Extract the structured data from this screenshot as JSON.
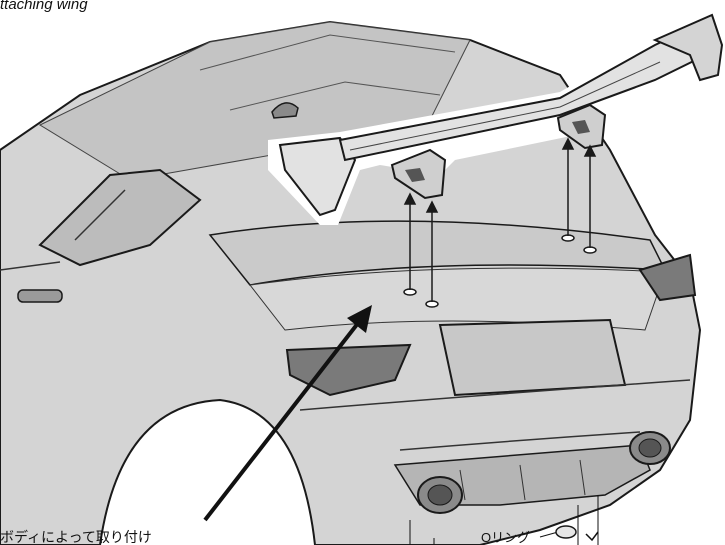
{
  "page": {
    "title": "ttaching wing",
    "callouts": {
      "body_note": "ボディによって取り付け",
      "o_ring": "Oリング"
    }
  },
  "icons": {
    "main_arrow": "diagonal-arrow-icon",
    "part_arrows": "up-arrow-icon"
  },
  "colors": {
    "paper": "#ffffff",
    "body_fill": "#d4d4d4",
    "body_shade": "#bcbcbc",
    "line": "#1a1a1a",
    "wing_fill": "#e2e2e2"
  }
}
